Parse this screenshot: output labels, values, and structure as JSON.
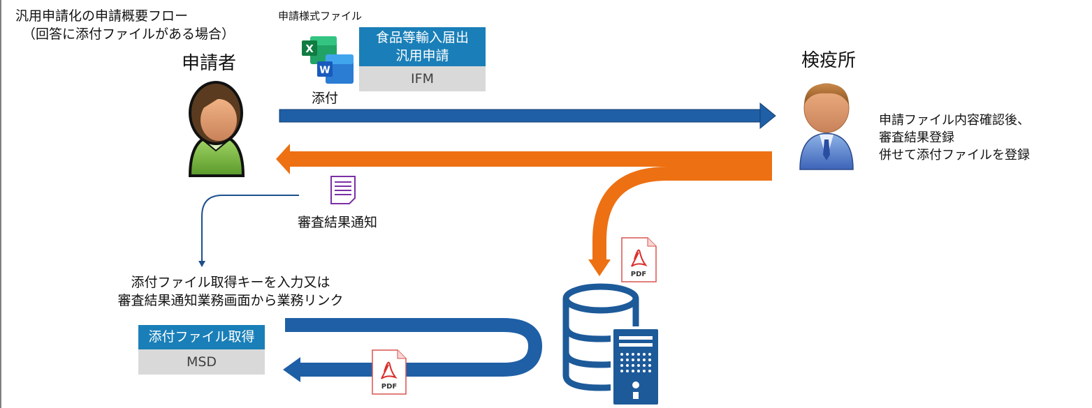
{
  "title": {
    "line1": "汎用申請化の申請概要フロー",
    "line2": "（回答に添付ファイルがある場合）"
  },
  "form_file_label": "申請様式ファイル",
  "attach_label": "添付",
  "applicant_label": "申請者",
  "quarantine_label": "検疫所",
  "ifm_box": {
    "line1": "食品等輸入届出",
    "line2": "汎用申請",
    "code": "IFM"
  },
  "quarantine_note": {
    "line1": "申請ファイル内容確認後、",
    "line2": "審査結果登録",
    "line3": "併せて添付ファイルを登録"
  },
  "result_notice_label": "審査結果通知",
  "instruction": {
    "line1": "添付ファイル取得キーを入力又は",
    "line2": "審査結果通知業務画面から業務リンク"
  },
  "msd_box": {
    "title": "添付ファイル取得",
    "code": "MSD"
  },
  "icons": {
    "excel": "X",
    "word": "W",
    "pdf": "PDF"
  },
  "colors": {
    "blue_arrow": "#1f5fa6",
    "orange_arrow": "#ed7013",
    "box_header": "#1a7fb8",
    "box_footer": "#d9d9d9",
    "db": "#1d5a99"
  }
}
